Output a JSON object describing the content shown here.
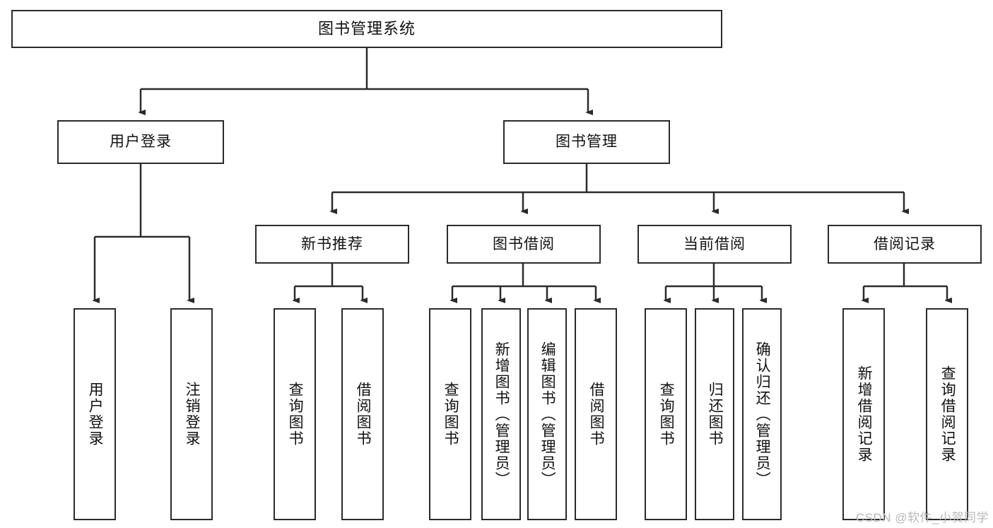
{
  "diagram": {
    "title": "图书管理系统",
    "type": "tree-hierarchy",
    "root": {
      "label": "图书管理系统",
      "children": [
        {
          "label": "用户登录",
          "children": [
            {
              "label": "用户登录"
            },
            {
              "label": "注销登录"
            }
          ]
        },
        {
          "label": "图书管理",
          "children": [
            {
              "label": "新书推荐",
              "children": [
                {
                  "label": "查询图书"
                },
                {
                  "label": "借阅图书"
                }
              ]
            },
            {
              "label": "图书借阅",
              "children": [
                {
                  "label": "查询图书"
                },
                {
                  "label": "新增图书（管理员）"
                },
                {
                  "label": "编辑图书（管理员）"
                },
                {
                  "label": "借阅图书"
                }
              ]
            },
            {
              "label": "当前借阅",
              "children": [
                {
                  "label": "查询图书"
                },
                {
                  "label": "归还图书"
                },
                {
                  "label": "确认归还（管理员）"
                }
              ]
            },
            {
              "label": "借阅记录",
              "children": [
                {
                  "label": "新增借阅记录"
                },
                {
                  "label": "查询借阅记录"
                }
              ]
            }
          ]
        }
      ]
    }
  },
  "watermark": {
    "text": "CSDN @软件_小贺同学"
  },
  "colors": {
    "stroke": "#2b2b2b",
    "background": "#ffffff",
    "text": "#111111",
    "watermark": "#b9b9b9"
  }
}
